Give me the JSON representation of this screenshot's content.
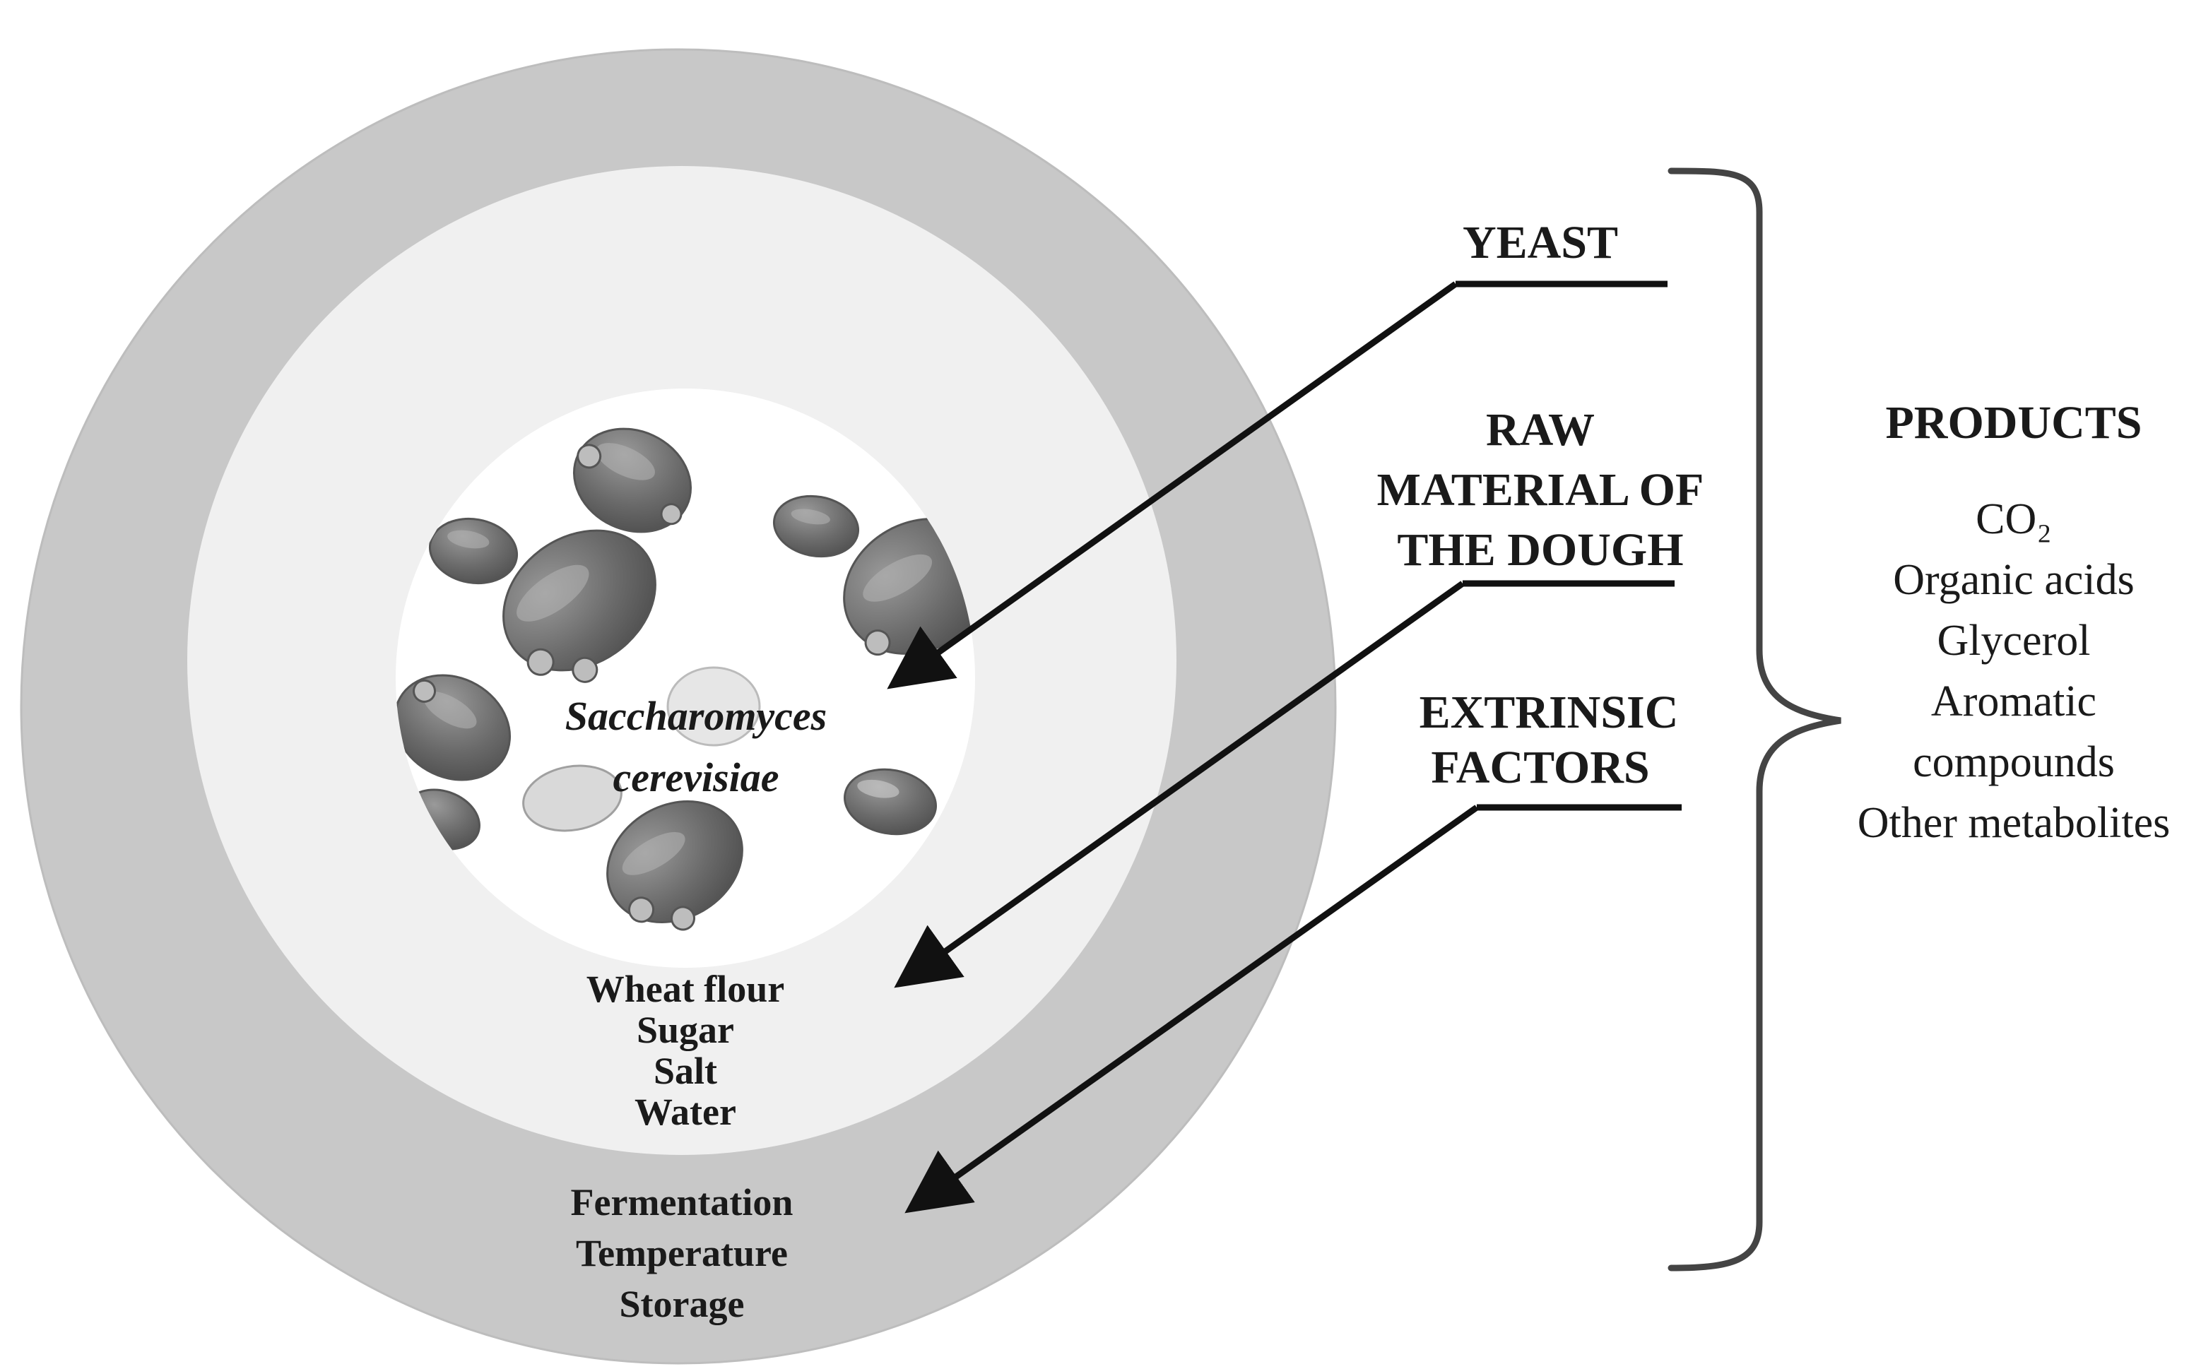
{
  "center": {
    "organism_line1": "Saccharomyces",
    "organism_line2": "cerevisiae"
  },
  "dough_ingredients": [
    "Wheat flour",
    "Sugar",
    "Salt",
    "Water"
  ],
  "extrinsic_items": [
    "Fermentation",
    "Temperature",
    "Storage"
  ],
  "labels": {
    "yeast": "YEAST",
    "raw_line1": "RAW",
    "raw_line2": "MATERIAL OF",
    "raw_line3": "THE DOUGH",
    "extrinsic_line1": "EXTRINSIC",
    "extrinsic_line2": "FACTORS"
  },
  "products": {
    "title": "PRODUCTS",
    "items": [
      "CO₂",
      "Organic acids",
      "Glycerol",
      "Aromatic",
      "compounds",
      "Other metabolites"
    ]
  },
  "colors": {
    "outer_ring": "#c8c8c8",
    "middle_ring": "#f0f0f0",
    "inner_circle": "#ffffff",
    "cell_dark": "#6e6e6e",
    "cell_highlight": "#a8a8a8",
    "line": "#111111",
    "brace": "#444444"
  }
}
